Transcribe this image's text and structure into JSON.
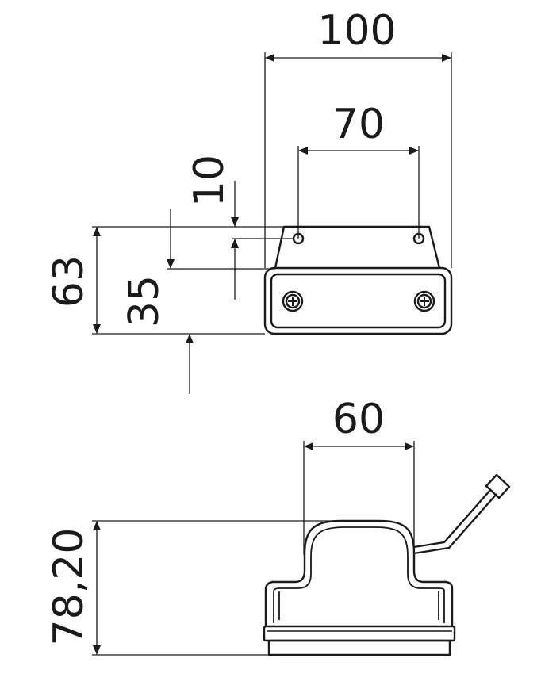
{
  "dimensions": {
    "width_overall": "100",
    "hole_spacing": "70",
    "hole_offset": "10",
    "height_overall": "63",
    "height_lens": "35",
    "width_side": "60",
    "depth": "78,20"
  },
  "colors": {
    "line": "#1a1a1a",
    "background": "#ffffff"
  }
}
